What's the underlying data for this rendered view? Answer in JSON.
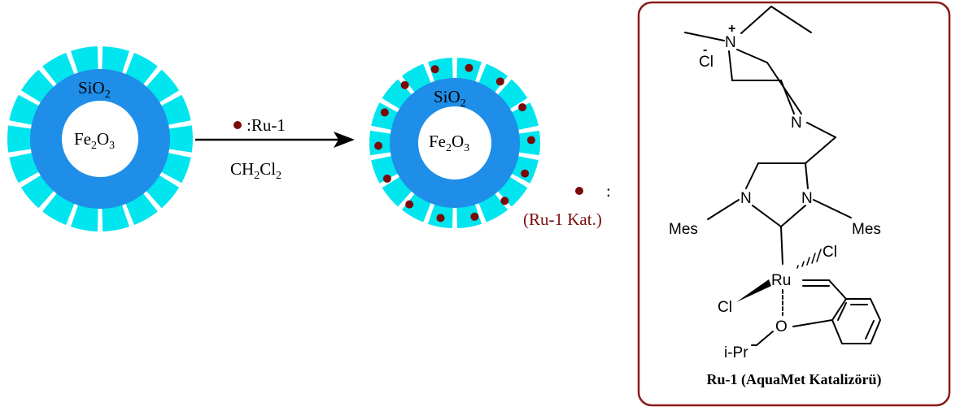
{
  "colors": {
    "cyan": "#00e5ee",
    "shell_blue": "#1f8ee8",
    "dot": "#7a0b0b",
    "frame": "#8b1a1a",
    "legend_text": "#7a0b0b",
    "ink": "#000000"
  },
  "particle_left": {
    "shell_label": "SiO",
    "shell_sub": "2",
    "core_label_a": "Fe",
    "core_sub_a": "2",
    "core_label_b": "O",
    "core_sub_b": "3"
  },
  "particle_right": {
    "shell_label": "SiO",
    "shell_sub": "2",
    "core_label_a": "Fe",
    "core_sub_a": "2",
    "core_label_b": "O",
    "core_sub_b": "3",
    "dot_count": 14
  },
  "arrow": {
    "reagent": ":Ru-1",
    "solvent_a": "CH",
    "solvent_sub_a": "2",
    "solvent_b": "Cl",
    "solvent_sub_b": "2"
  },
  "legend": {
    "colon": ":",
    "label": "(Ru-1 Kat.)"
  },
  "structure": {
    "atom_n_plus": "N",
    "charge_plus": "+",
    "counter_ion": "Cl",
    "charge_minus": "-",
    "atom_n_piperazine": "N",
    "atom_n_left": "N",
    "atom_n_right": "N",
    "mes_left": "Mes",
    "mes_right": "Mes",
    "metal": "Ru",
    "cl_top": "Cl",
    "cl_left": "Cl",
    "oxygen": "O",
    "isopropyl": "i-Pr",
    "caption": "Ru-1 (AquaMet Katalizörü)"
  }
}
